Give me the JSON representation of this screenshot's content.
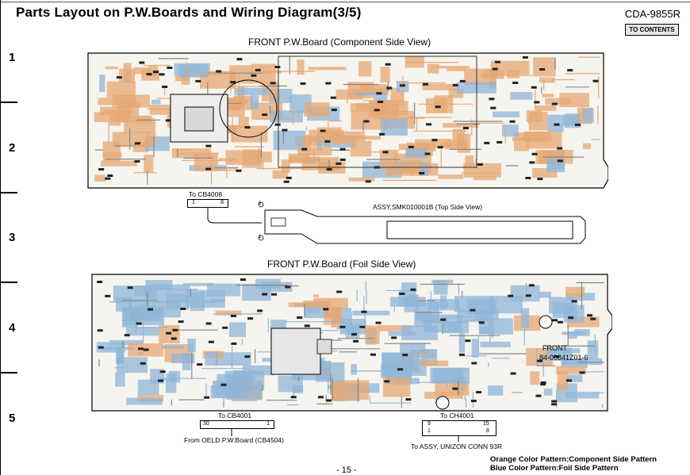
{
  "header": {
    "title": "Parts Layout on P.W.Boards and Wiring Diagram(3/5)",
    "model": "CDA-9855R",
    "contents_button": "TO CONTENTS"
  },
  "row_numbers": [
    "1",
    "2",
    "3",
    "4",
    "5"
  ],
  "top_board": {
    "caption": "FRONT P.W.Board (Component Side View)"
  },
  "ribbon": {
    "to_label": "To CB4008",
    "pin_left": "1",
    "pin_right": "8",
    "pin_top": "8",
    "pin_bottom": "1",
    "assy_label": "ASSY,SMK010001B (Top Side View)"
  },
  "bottom_board": {
    "caption": "FRONT P.W.Board (Foil Side View)",
    "silk_front": "FRONT",
    "silk_code": "84-00841Z01-6"
  },
  "connectors": {
    "cb4001": {
      "label": "To CB4001",
      "pin_left": "30",
      "pin_right": "1",
      "from": "From OELD P.W.Board (CB4504)"
    },
    "ch4001": {
      "label": "To CH4001",
      "p1": "9",
      "p2": "15",
      "p3": "1",
      "p4": "8",
      "to": "To ASSY, UNIZON CONN 93R"
    }
  },
  "legend": {
    "orange": "Orange Color Pattern:Component Side Pattern",
    "blue": "Blue Color Pattern:Foil Side Pattern"
  },
  "page_number": "- 15 -",
  "colors": {
    "copper_orange": "#e6a874",
    "foil_blue": "#8fb6d8",
    "board_bg": "#f6f4ee"
  }
}
